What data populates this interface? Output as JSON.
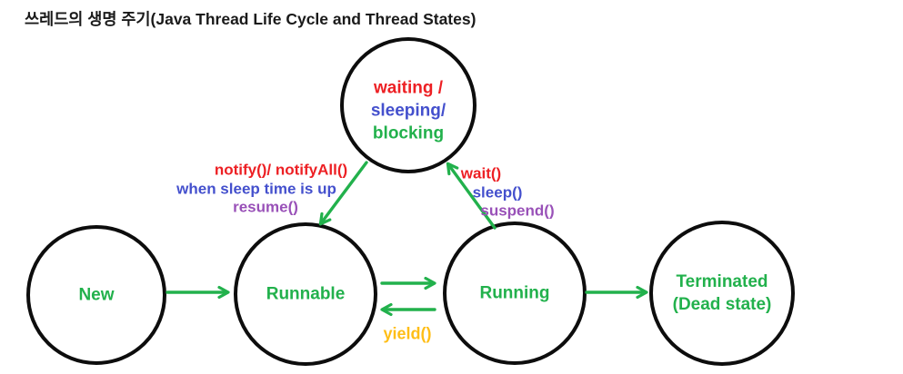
{
  "title": "쓰레드의 생명 주기(Java Thread Life Cycle and Thread States)",
  "colors": {
    "red": "#ed2024",
    "blue": "#4450cd",
    "green": "#22b14c",
    "purple": "#9951b8",
    "orange": "#ffbe17",
    "ink": "#0d0d0d"
  },
  "states": {
    "waiting": {
      "line1": "waiting /",
      "line2": "sleeping/",
      "line3": "blocking"
    },
    "new_state": {
      "label": "New"
    },
    "runnable": {
      "label": "Runnable"
    },
    "running": {
      "label": "Running"
    },
    "terminated": {
      "line1": "Terminated",
      "line2": "(Dead state)"
    }
  },
  "transitions": {
    "notify": "notify()/ notifyAll()",
    "sleep_time_up": "when sleep time is up",
    "resume": "resume()",
    "wait": "wait()",
    "sleep": "sleep()",
    "suspend": "suspend()",
    "yield": "yield()"
  }
}
